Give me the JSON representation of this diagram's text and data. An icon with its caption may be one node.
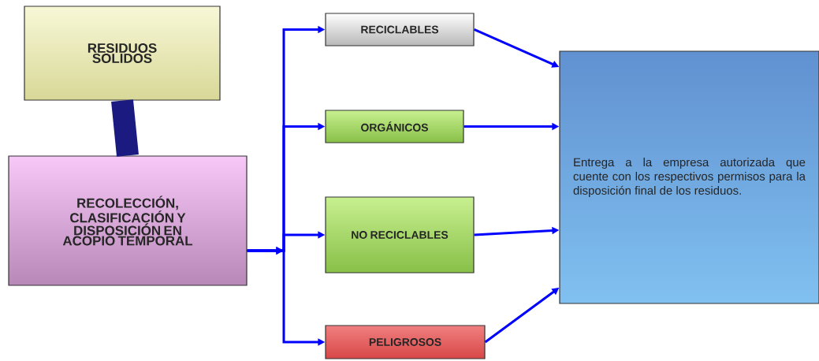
{
  "diagram": {
    "nodes": [
      {
        "text": [
          "RESIDUOS SOLIDOS"
        ]
      },
      {
        "text": [
          "RECOLECCIÓN, CLASIFICACIÓN Y DISPOSICIÓN EN ACOPIO TEMPORAL"
        ]
      },
      {
        "text": [
          "RECICLABLES"
        ]
      },
      {
        "text": [
          "ORGÁNICOS"
        ]
      },
      {
        "text": [
          "NO RECICLABLES"
        ]
      },
      {
        "text": [
          "PELIGROSOS"
        ]
      },
      {
        "text": [
          "Entrega a la empresa autorizada que cuente con los respectivos permisos para la disposición final de los residuos."
        ]
      }
    ],
    "edges": [
      {
        "from": 0,
        "to": 1,
        "arrow": "none",
        "style": "thick",
        "color": "#1a1a80"
      },
      {
        "from": 1,
        "to": 2,
        "arrow": "to"
      },
      {
        "from": 1,
        "to": 3,
        "arrow": "to"
      },
      {
        "from": 1,
        "to": 4,
        "arrow": "to"
      },
      {
        "from": 1,
        "to": 5,
        "arrow": "to"
      },
      {
        "from": 2,
        "to": 6,
        "arrow": "to"
      },
      {
        "from": 3,
        "to": 6,
        "arrow": "to"
      },
      {
        "from": 4,
        "to": 6,
        "arrow": "to"
      },
      {
        "from": 5,
        "to": 6,
        "arrow": "to"
      }
    ]
  }
}
